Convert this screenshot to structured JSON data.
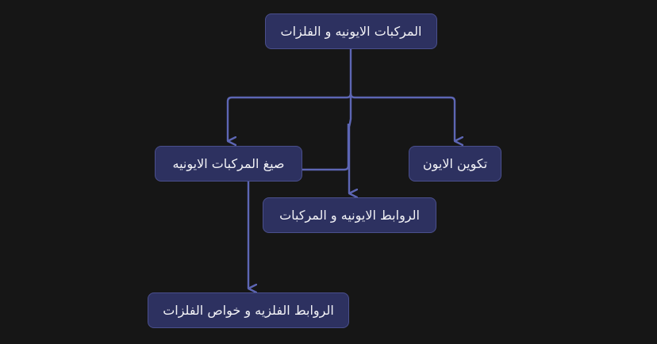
{
  "diagram": {
    "colors": {
      "background": "#161616",
      "node_fill": "#2d3160",
      "node_border": "#4a4f8c",
      "edge": "#5d66b4",
      "text": "#f2f2f6"
    },
    "nodes": {
      "root": {
        "label": "المركبات الايونيه و الفلزات"
      },
      "ion_formation": {
        "label": "تكوين الايون"
      },
      "ionic_formulas": {
        "label": "صيغ المركبات الايونيه"
      },
      "ionic_bonds": {
        "label": "الروابط الايونيه و المركبات"
      },
      "metallic_bonds": {
        "label": "الروابط الفلزيه و خواص الفلزات"
      }
    },
    "edges": [
      {
        "from": "root",
        "to": "ion_formation"
      },
      {
        "from": "root",
        "to": "ionic_formulas"
      },
      {
        "from": "root",
        "to": "ionic_bonds"
      },
      {
        "from": "ionic_formulas",
        "to": "ionic_bonds"
      },
      {
        "from": "ionic_formulas",
        "to": "metallic_bonds"
      }
    ]
  }
}
